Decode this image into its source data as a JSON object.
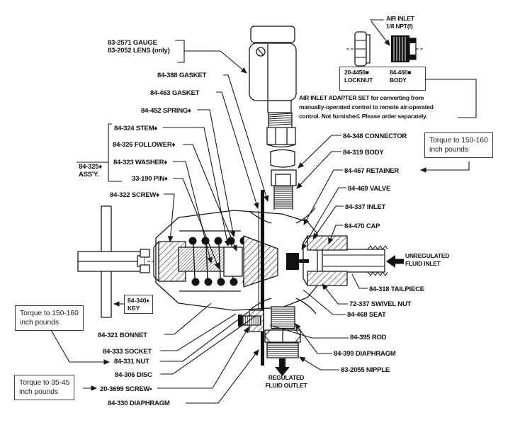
{
  "labels": {
    "gauge": "83-2571 GAUGE",
    "lens": "83-2052 LENS (only)",
    "gasket_388": "84-388 GASKET",
    "gasket_463": "84-463 GASKET",
    "spring_452": "84-452 SPRING♦",
    "stem_324": "84-324 STEM♦",
    "follower_326": "84-326 FOLLOWER♦",
    "washer_323": "84-323 WASHER♦",
    "pin_33190": "33-190 PIN♦",
    "screw_322": "84-322 SCREW♦",
    "assy_num": "84-325♦",
    "assy_word": "ASS'Y.",
    "key_num": "84-340♦",
    "key_word": "KEY",
    "bonnet_321": "84-321 BONNET",
    "socket_333": "84-333 SOCKET",
    "nut_331": "84-331 NUT",
    "disc_306": "84-306 DISC",
    "screw_3699": "20-3699 SCREW•",
    "diaphragm_330": "84-330 DIAPHRAGM",
    "connector_348": "84-348 CONNECTOR",
    "body_319": "84-319 BODY",
    "retainer_467": "84-467 RETAINER",
    "valve_469": "84-469 VALVE",
    "inlet_337": "84-337 INLET",
    "cap_470": "84-470 CAP",
    "tailpiece_318": "84-318 TAILPIECE",
    "swivel_nut_72_337": "72-337 SWIVEL NUT",
    "seat_468": "84-468 SEAT",
    "rod_395": "84-395 ROD",
    "diaphragm_399": "84-399 DIAPHRAGM",
    "nipple_83_2055": "83-2055 NIPPLE"
  },
  "flow": {
    "unregulated_line1": "UNREGULATED",
    "unregulated_line2": "FLUID INLET",
    "regulated_line1": "REGULATED",
    "regulated_line2": "FLUID OUTLET"
  },
  "air_inlet": {
    "title_line1": "AIR INLET",
    "title_line2": "1/8 NPT(f)",
    "locknut_num": "20-4456■",
    "locknut_word": "LOCKNUT",
    "body_num": "84-460■",
    "body_word": "BODY",
    "note_line1": "AIR INLET ADAPTER SET for converting from",
    "note_line2": "manually-operated control to remote air-operated",
    "note_line3": "control. Not furnished. Please order separately."
  },
  "torque": {
    "t150_line1": "Torque to 150-160",
    "t150_line2": "inch pounds",
    "t35_line1": "Torque to 35-45",
    "t35_line2": "inch pounds"
  }
}
